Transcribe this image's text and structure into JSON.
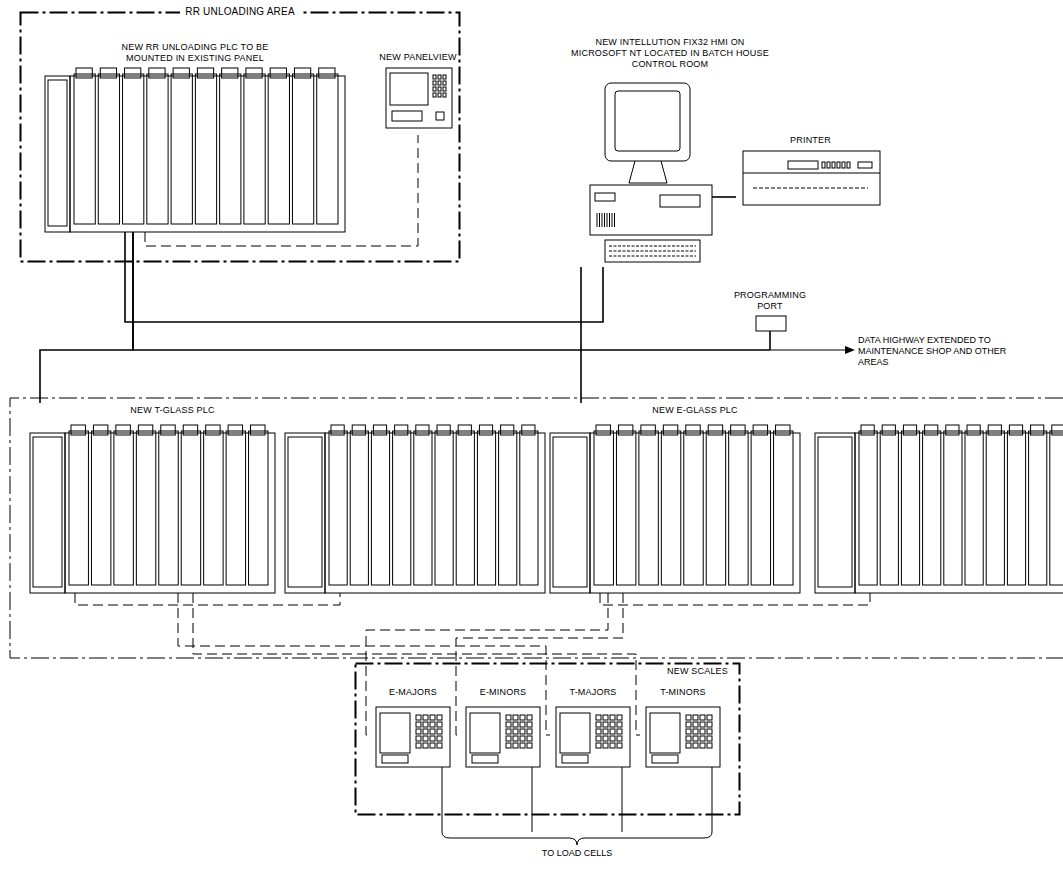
{
  "diagram": {
    "nodes": [
      {
        "text": [
          "RR UNLOADING AREA"
        ]
      },
      {
        "text": [
          "NEW RR UNLOADING PLC TO BE MOUNTED IN EXISTING PANEL"
        ],
        "in": 0
      },
      {
        "text": [
          "NEW PANELVIEW"
        ],
        "in": 0
      },
      {
        "text": [
          "NEW INTELLUTION FIX32 HMI ON MICROSOFT NT LOCATED IN BATCH HOUSE CONTROL ROOM"
        ]
      },
      {
        "text": [
          "PRINTER"
        ]
      },
      {
        "text": [
          "PROGRAMMING PORT"
        ]
      },
      {
        "text": [
          "NEW T-GLASS PLC"
        ]
      },
      {
        "text": [
          "NEW E-GLASS PLC"
        ]
      },
      {
        "text": [
          "NEW SCALES"
        ]
      },
      {
        "text": [
          "E-MAJORS"
        ],
        "in": 8
      },
      {
        "text": [
          "E-MINORS"
        ],
        "in": 8
      },
      {
        "text": [
          "T-MAJORS"
        ],
        "in": 8
      },
      {
        "text": [
          "T-MINORS"
        ],
        "in": 8
      }
    ],
    "edges": [
      {
        "from": 1,
        "to": 2,
        "arrow": "none"
      },
      {
        "from": 1,
        "to": 3,
        "arrow": "none"
      },
      {
        "from": 1,
        "to": 6,
        "arrow": "none"
      },
      {
        "from": 3,
        "to": 7,
        "arrow": "none"
      },
      {
        "from": 3,
        "to": 4,
        "arrow": "none"
      },
      {
        "from": 1,
        "to": 5,
        "arrow": "none"
      },
      {
        "from": 7,
        "to": 9,
        "arrow": "none"
      },
      {
        "from": 7,
        "to": 10,
        "arrow": "none"
      },
      {
        "from": 6,
        "to": 11,
        "arrow": "none"
      },
      {
        "from": 6,
        "to": 12,
        "arrow": "none"
      }
    ],
    "labels": [
      "DATA HIGHWAY EXTENDED TO MAINTENANCE SHOP AND OTHER AREAS",
      "TO LOAD CELLS"
    ]
  }
}
